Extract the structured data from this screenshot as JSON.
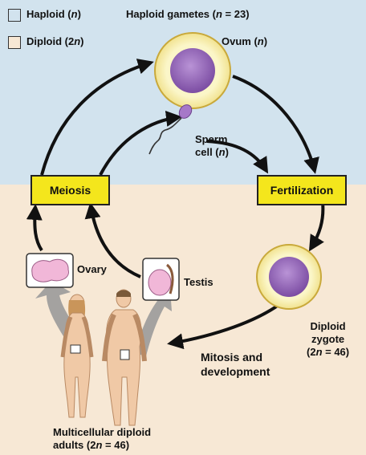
{
  "colors": {
    "haploid_bg": "#d2e3ee",
    "diploid_bg": "#f7e8d5",
    "box_fill": "#f4e61c",
    "cell_cytoplasm": "#fbf6c8",
    "cell_nucleus": "#9d6fbf",
    "organ_fill": "#f1b7d8",
    "big_arrow": "#9a9a9a"
  },
  "legend": {
    "haploid_pre": "Haploid (",
    "haploid_n": "n",
    "haploid_post": ")",
    "diploid_pre": "Diploid (2",
    "diploid_n": "n",
    "diploid_post": ")"
  },
  "labels": {
    "gametes_pre": "Haploid gametes (",
    "gametes_n": "n",
    "gametes_post": " = 23)",
    "ovum_pre": "Ovum (",
    "ovum_n": "n",
    "ovum_post": ")",
    "sperm_line1": "Sperm",
    "sperm_line2_pre": "cell (",
    "sperm_line2_n": "n",
    "sperm_line2_post": ")",
    "ovary": "Ovary",
    "testis": "Testis",
    "zygote_line1": "Diploid",
    "zygote_line2": "zygote",
    "zygote_line3_pre": "(2",
    "zygote_line3_n": "n",
    "zygote_line3_post": " = 46)",
    "mitosis_line1": "Mitosis and",
    "mitosis_line2": "development",
    "adults_line1": "Multicellular diploid",
    "adults_line2_pre": "adults (2",
    "adults_line2_n": "n",
    "adults_line2_post": " = 46)"
  },
  "boxes": {
    "meiosis": "Meiosis",
    "fertilization": "Fertilization"
  }
}
